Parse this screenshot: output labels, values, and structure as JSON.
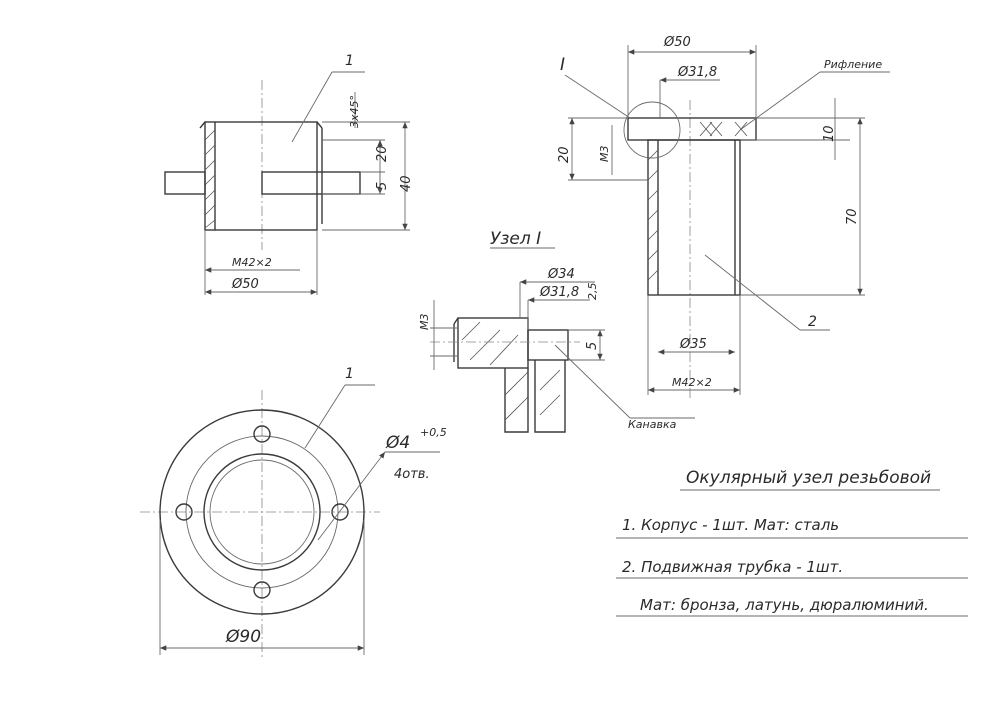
{
  "drawing": {
    "title": "Окулярный узел резьбовой",
    "spec": [
      "1. Корпус - 1шт.   Мат: сталь",
      "2. Подвижная трубка - 1шт.",
      "Мат: бронза, латунь, дюралюминий."
    ],
    "view_top_left": {
      "part_label": "1",
      "dims": [
        "3x45°",
        "20",
        "40",
        "5",
        "M42×2",
        "Ø50"
      ]
    },
    "view_right": {
      "detail_label": "I",
      "part_label": "2",
      "note": "Рифление",
      "dims": [
        "Ø50",
        "Ø31,8",
        "10",
        "70",
        "20",
        "M3",
        "Ø35",
        "M42×2"
      ]
    },
    "detail": {
      "label": "Узел I",
      "note": "Канавка",
      "dims": [
        "Ø34",
        "Ø31,8",
        "2,5",
        "M3",
        "5"
      ]
    },
    "view_bottom": {
      "part_label": "1",
      "holes_dim": "Ø4",
      "holes_tol": "+0,5",
      "holes_count": "4отв.",
      "dia": "Ø90"
    }
  }
}
